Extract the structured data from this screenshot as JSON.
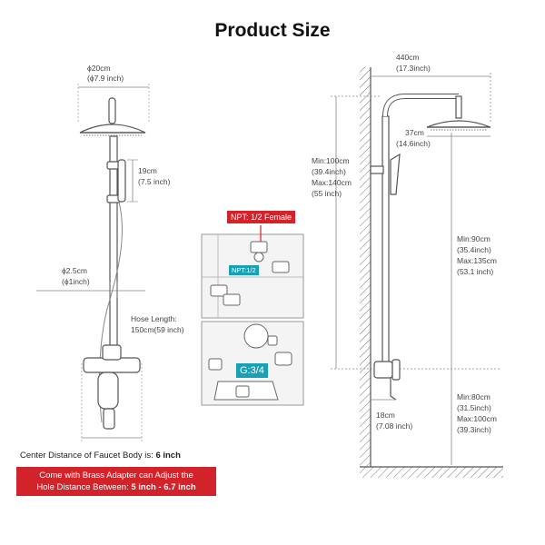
{
  "title": "Product Size",
  "left_diagram": {
    "head_diameter": "ϕ20cm",
    "head_diameter_in": "(ϕ7.9 inch)",
    "holder_height": "19cm",
    "holder_height_in": "(7.5 inch)",
    "pipe_diameter": "ϕ2.5cm",
    "pipe_diameter_in": "(ϕ1inch)",
    "hose_label": "Hose Length:",
    "hose_value": "150cm(59 inch)"
  },
  "center_detail": {
    "npt_label": "NPT: 1/2 Female",
    "npt_small": "NPT:1/2",
    "g_label": "G:3/4"
  },
  "right_diagram": {
    "arm_length": "440cm",
    "arm_length_in": "(17.3inch)",
    "head_size": "37cm",
    "head_size_in": "(14.6inch)",
    "total_min": "Min:100cm",
    "total_min_in": "(39.4inch)",
    "total_max": "Max:140cm",
    "total_max_in": "(55 inch)",
    "rail_min": "Min:90cm",
    "rail_min_in": "(35.4inch)",
    "rail_max": "Max:135cm",
    "rail_max_in": "(53.1 inch)",
    "floor_min": "Min:80cm",
    "floor_min_in": "(31.5inch)",
    "floor_max": "Max:100cm",
    "floor_max_in": "(39.3inch)",
    "wall_offset": "18cm",
    "wall_offset_in": "(7.08 inch)"
  },
  "notes": {
    "center_distance_text": "Center Distance of Faucet Body is: ",
    "center_distance_value": "6 inch",
    "banner_line1": "Come with Brass Adapter can Adjust the",
    "banner_line2_text": "Hole Distance Between: ",
    "banner_line2_value": "5 inch - 6.7 inch"
  },
  "colors": {
    "accent_red": "#d2232a",
    "accent_cyan": "#1aa0b4",
    "line": "#666666"
  }
}
